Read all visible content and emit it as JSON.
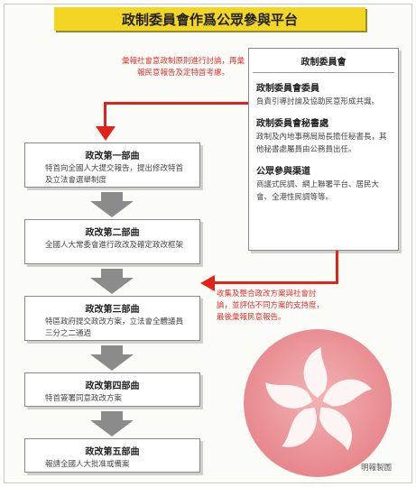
{
  "title": "政制委員會作爲公眾參與平台",
  "steps": [
    {
      "head": "政改第一部曲",
      "body": "特首向全國人大提交報告，提出修改特首及立法會選舉制度"
    },
    {
      "head": "政改第二部曲",
      "body": "全國人大常委會進行政改及確定政改框架"
    },
    {
      "head": "政改第三部曲",
      "body": "特區政府提交政改方案，立法會全體議員三分之二通過"
    },
    {
      "head": "政改第四部曲",
      "body": "特首簽署同意政改方案"
    },
    {
      "head": "政改第五部曲",
      "body": "報請全國人大批准或備案"
    }
  ],
  "side": {
    "title": "政制委員會",
    "sections": [
      {
        "head": "政制委員會委員",
        "text": "負責引導討論及協助民意形成共識。"
      },
      {
        "head": "政制委員會秘書處",
        "text": "政制及內地事務局局長擔任秘書長，其他秘書處屬員由公務員出任。"
      },
      {
        "head": "公眾參與渠道",
        "text": "商議式民調、網上聯署平台、居民大會、全港性民調等等。"
      }
    ]
  },
  "notes": {
    "top": "彙報社會意政制原則進行討論，再彙報民意報告及定特首考慮。",
    "bottom": "收集及整合政改方案與社會討論，並評估不同方案的支持度，最後彙報民意報告。"
  },
  "credit": "明報製圖",
  "colors": {
    "accent": "#e2231a",
    "title_bg": "#f2d623",
    "arrow": "#8b8b8b"
  }
}
